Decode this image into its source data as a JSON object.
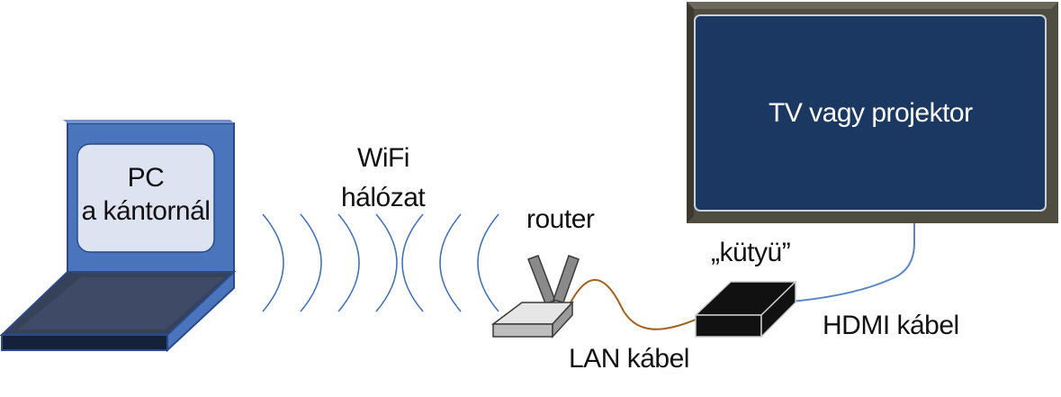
{
  "labels": {
    "pc_line1": "PC",
    "pc_line2": "a kántornál",
    "wifi_line1": "WiFi",
    "wifi_line2": "hálózat",
    "router": "router",
    "device": "„kütyü”",
    "tv": "TV vagy projektor",
    "lan_cable": "LAN kábel",
    "hdmi_cable": "HDMI kábel"
  },
  "colors": {
    "laptop_blue": "#4a74bc",
    "laptop_base_dark": "#36415a",
    "screen_light": "#dde3f0",
    "tv_frame": "#4e4d3f",
    "tv_screen": "#1a3862",
    "lan_cable": "#a0601c",
    "hdmi_cable": "#5b86c6",
    "wifi_arc": "#3f6fb8",
    "antenna": "#8a8a8a",
    "device_black": "#111111"
  },
  "icons": [
    "laptop-icon",
    "wifi-signal-icon",
    "router-icon",
    "media-device-icon",
    "tv-icon"
  ]
}
